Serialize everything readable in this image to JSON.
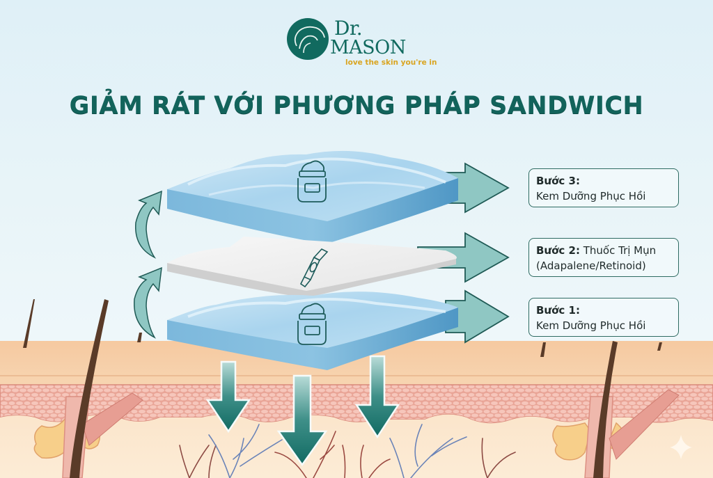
{
  "brand": {
    "name_line1": "Dr.",
    "name_line2": "MASON",
    "tagline": "love the skin you're in",
    "colors": {
      "primary": "#116a5f",
      "accent": "#d9a521"
    }
  },
  "title": "GIẢM RÁT VỚI PHƯƠNG PHÁP SANDWICH",
  "layers": [
    {
      "id": "top",
      "type": "cream",
      "icon": "cream-jar-icon",
      "color": "#8cc5e3"
    },
    {
      "id": "middle",
      "type": "treatment",
      "icon": "ointment-tube-icon",
      "color": "#f1f1f1"
    },
    {
      "id": "bottom",
      "type": "cream",
      "icon": "cream-jar-icon",
      "color": "#8cc5e3"
    }
  ],
  "steps": [
    {
      "label": "Bước 3:",
      "text": "Kem Dưỡng Phục Hồi"
    },
    {
      "label": "Bước 2:",
      "text": "Thuốc Trị Mụn",
      "text2": "(Adapalene/Retinoid)"
    },
    {
      "label": "Bước 1:",
      "text": "Kem Dưỡng Phục Hồi"
    }
  ],
  "colors": {
    "arrow_fill": "#8fc7c3",
    "arrow_stroke": "#1f5a55",
    "down_arrow": "#17706a",
    "skin_top": "#f5cda5",
    "skin_cells": "#eeb0a4",
    "dermis": "#fbe6cc",
    "hair": "#5a3b28"
  }
}
